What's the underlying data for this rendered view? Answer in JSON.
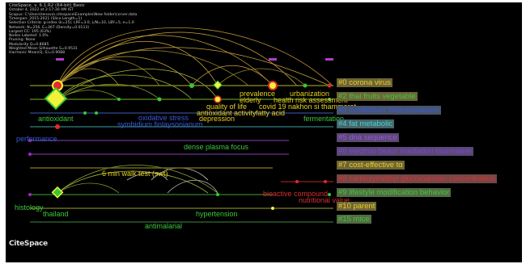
{
  "header": {
    "lines": [
      "CiteSpace, v. 6.1.R2 (64-bit) Basic",
      "October 4, 2022 at 2:17:30 AM IST",
      "Scopus: C:\\Users\\lenovo\\.citespace\\Examples\\New folder\\corver.data",
      "Timespan: 2015-2021 (Slice Length=1)",
      "Selection Criteria: g-index (k=25), LRF=3.0, L/N=10, LBY=5, e=1.0",
      "Network: N=256, E=367 (Density=0.0113)",
      "Largest CC: 195 (63%)",
      "Nodes Labeled: 1.0%",
      "Pruning: None",
      "Modularity Q=0.8685",
      "Weighted Mean Silhouette S=0.9531",
      "Harmonic Mean(Q, S)=0.9088"
    ]
  },
  "logo_text": "CiteSpace",
  "colors": {
    "background": "#000000",
    "timeline": "#7a7a1a",
    "arc_gold": "#c9a23a",
    "arc_olive": "#a5b83a",
    "node_yellow": "#f2f23a",
    "node_green": "#37c837",
    "node_red": "#e02a2a",
    "node_purple": "#a028c8"
  },
  "terms": [
    {
      "text": "prevalence",
      "color": "#e8d020"
    },
    {
      "text": "urbanization",
      "color": "#e8d020"
    },
    {
      "text": "elderly",
      "color": "#e8d020"
    },
    {
      "text": "health risk assessment",
      "color": "#e8d020"
    },
    {
      "text": "quality of life",
      "color": "#e8d020"
    },
    {
      "text": "covid 19 nakhon si thammarat",
      "color": "#e8d020"
    },
    {
      "text": "antioxidant activity",
      "color": "#e8d020"
    },
    {
      "text": "fatty acid",
      "color": "#e8d020"
    },
    {
      "text": "oxidative stress",
      "color": "#3a5ad8"
    },
    {
      "text": "depression",
      "color": "#e8d020"
    },
    {
      "text": "antioxidant",
      "color": "#3cc83c"
    },
    {
      "text": "fermentation",
      "color": "#3cc83c"
    },
    {
      "text": "symbidium finlaysonianum",
      "color": "#3a5ad8"
    },
    {
      "text": "performance",
      "color": "#3a5ad8"
    },
    {
      "text": "dense plasma focus",
      "color": "#3cc83c"
    },
    {
      "text": "6 min walk test (swt)",
      "color": "#e8d020"
    },
    {
      "text": "bioactive compound",
      "color": "#d83030"
    },
    {
      "text": "nutritional value",
      "color": "#d83030"
    },
    {
      "text": "histology",
      "color": "#3cc83c"
    },
    {
      "text": "thailand",
      "color": "#3cc83c"
    },
    {
      "text": "hypertension",
      "color": "#3cc83c"
    },
    {
      "text": "antimalarial",
      "color": "#3cc83c"
    }
  ],
  "clusters": [
    {
      "label": "#0 corona virus",
      "color": "#e8d020",
      "bg": "#6e6438"
    },
    {
      "label": "#2 thai fruits vegetable",
      "color": "#3cc83c",
      "bg": "#6e6438"
    },
    {
      "label": "#3 cymbidium finlaysonianum",
      "color": "#3a5ad8",
      "bg": "#4a5468"
    },
    {
      "label": "#4 fat metabolic",
      "color": "#38d8d8",
      "bg": "#4a6468"
    },
    {
      "label": "#5 dna sequence",
      "color": "#a050e0",
      "bg": "#584a70"
    },
    {
      "label": "#6 electron beam irradiation tourmaline",
      "color": "#8040d8",
      "bg": "#584a70"
    },
    {
      "label": "#7 cost-effective tα",
      "color": "#e8d020",
      "bg": "#6e6438"
    },
    {
      "label": "#8 carboxymethyl glucomannan concentration",
      "color": "#e03030",
      "bg": "#704848"
    },
    {
      "label": "#9 lifestyle modification behavior",
      "color": "#3cc83c",
      "bg": "#546a44"
    },
    {
      "label": "#10 parent",
      "color": "#e8d020",
      "bg": "#6e6438"
    },
    {
      "label": "#15 mice",
      "color": "#3cc83c",
      "bg": "#546a44"
    }
  ]
}
